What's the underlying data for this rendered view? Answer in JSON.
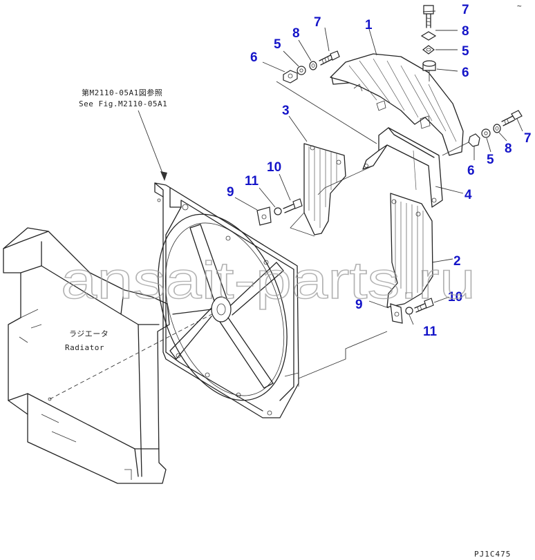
{
  "reference": {
    "jp": "第M2110-05A1図参照",
    "en": "See Fig.M2110-05A1"
  },
  "radiator_label": {
    "jp": "ラジエータ",
    "en": "Radiator"
  },
  "watermark": "ansait-parts.ru",
  "drawing_code": "PJ1C475",
  "corner_mark": "~",
  "callouts": {
    "c1": "1",
    "c2": "2",
    "c3": "3",
    "c4": "4",
    "c5a": "5",
    "c5b": "5",
    "c5c": "5",
    "c6a": "6",
    "c6b": "6",
    "c6c": "6",
    "c7a": "7",
    "c7b": "7",
    "c7c": "7",
    "c8a": "8",
    "c8b": "8",
    "c8c": "8",
    "c9a": "9",
    "c9b": "9",
    "c10a": "10",
    "c10b": "10",
    "c11a": "11",
    "c11b": "11"
  },
  "colors": {
    "callout": "#1414c8",
    "line": "#222222",
    "watermark": "#9a9a9a"
  }
}
